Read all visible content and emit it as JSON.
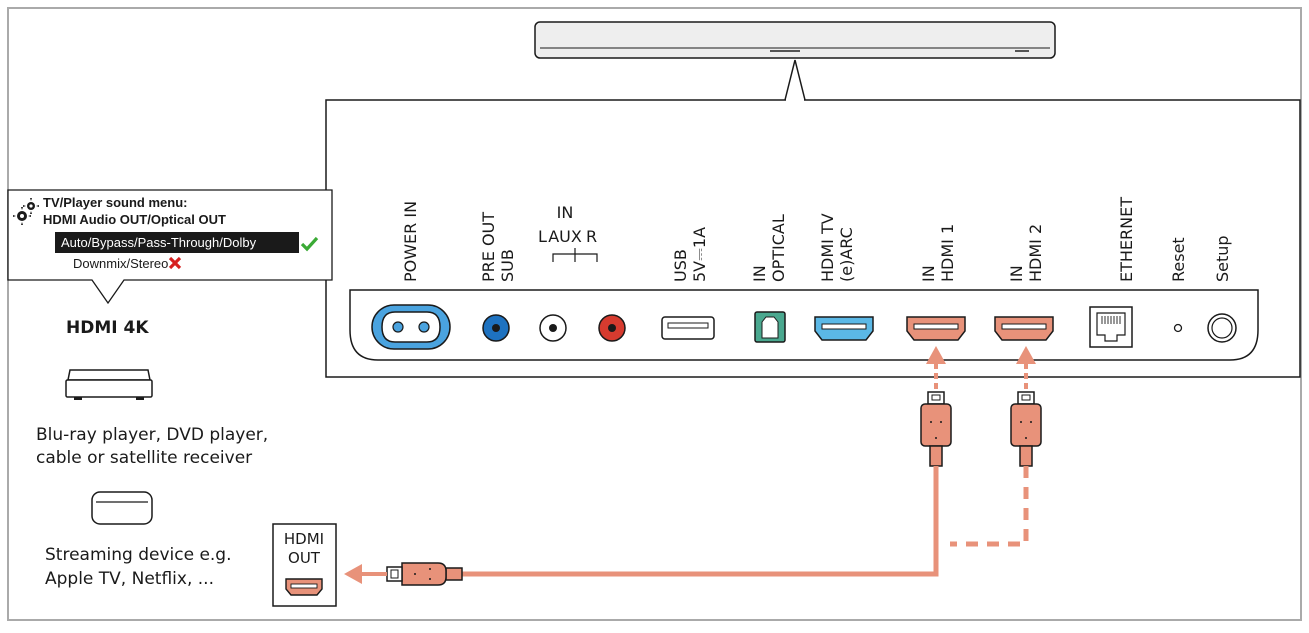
{
  "menu": {
    "title_line1": "TV/Player sound menu:",
    "title_line2": "HDMI Audio OUT/Optical OUT",
    "option_selected": "Auto/Bypass/Pass-Through/Dolby",
    "option_other": "Downmix/Stereo",
    "icon": "gears-icon",
    "ok_mark": "check-icon",
    "bad_mark": "cross-icon"
  },
  "source": {
    "heading": "HDMI 4K",
    "player_line1": "Blu-ray player, DVD player,",
    "player_line2": "cable or satellite receiver",
    "streamer_line1": "Streaming device e.g.",
    "streamer_line2": "Apple TV, Netflix, ...",
    "out_line1": "HDMI",
    "out_line2": "OUT"
  },
  "ports": {
    "power": "POWER IN",
    "preout_1": "PRE OUT",
    "preout_2": "SUB",
    "aux_in": "IN",
    "aux_l": "L",
    "aux_mid": "AUX",
    "aux_r": "R",
    "usb_1": "USB",
    "usb_2": "5V⎓1A",
    "optical_1": "IN",
    "optical_2": "OPTICAL",
    "hdmitv_1": "HDMI TV",
    "hdmitv_2": "(e)ARC",
    "hdmi1_1": "IN",
    "hdmi1_2": "HDMI 1",
    "hdmi2_1": "IN",
    "hdmi2_2": "HDMI 2",
    "ethernet": "ETHERNET",
    "reset": "Reset",
    "setup": "Setup"
  },
  "colors": {
    "cable": "#e8927a",
    "cable_dark": "#1a1a1a",
    "hdmi_in": "#e8927a",
    "hdmi_tv": "#5bb8e6",
    "power": "#4aa3df",
    "sub_blue": "#1e72c0",
    "aux_red": "#d63b2f",
    "optical": "#4aa88f",
    "check": "#3aaa35",
    "cross": "#d62020",
    "frame": "#aaaaaa"
  }
}
